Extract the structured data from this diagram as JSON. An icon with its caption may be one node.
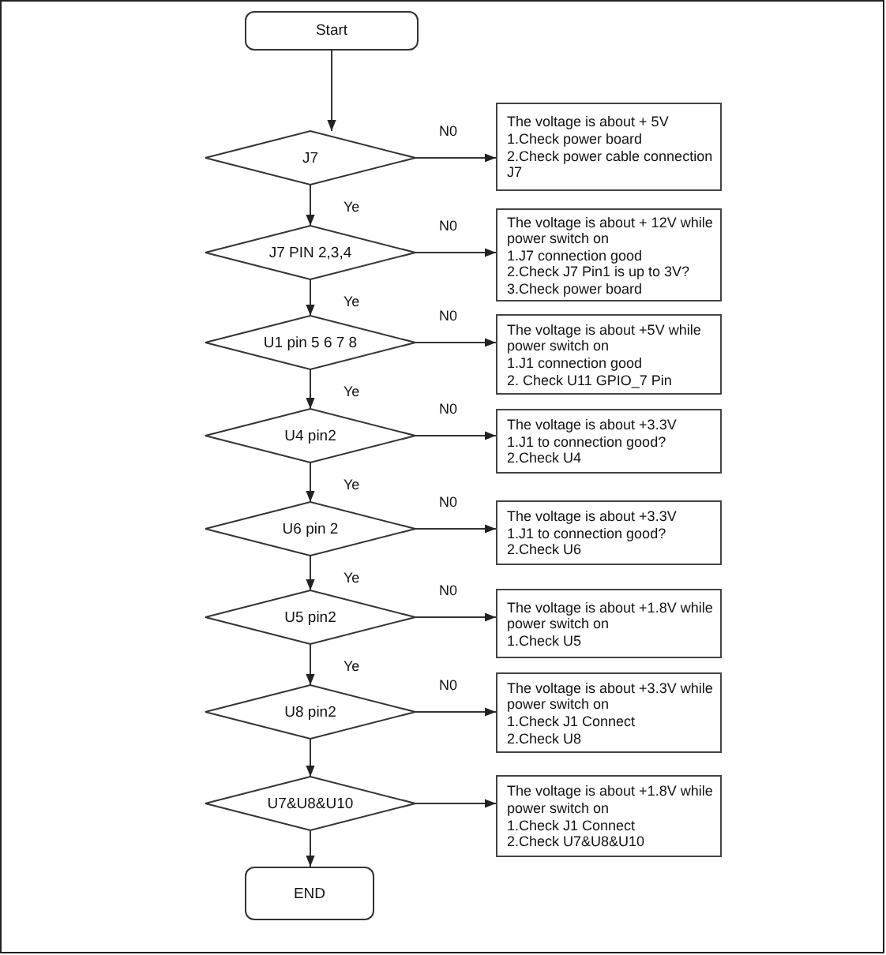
{
  "diagram": {
    "nodes": [
      {
        "text": [
          "Start"
        ]
      },
      {
        "text": [
          "J7"
        ]
      },
      {
        "text": [
          "The voltage is about + 5V",
          "1.Check power board",
          "2.Check power cable connection J7"
        ]
      },
      {
        "text": [
          "J7 PIN 2,3,4"
        ]
      },
      {
        "text": [
          "The voltage is about + 12V while power switch on",
          "1.J7 connection good",
          "2.Check J7 Pin1 is up to 3V?",
          "3.Check power board"
        ]
      },
      {
        "text": [
          "U1 pin 5 6 7 8"
        ]
      },
      {
        "text": [
          "The voltage is about +5V while power switch on",
          "1.J1 connection good",
          "2. Check U11 GPIO_7 Pin"
        ]
      },
      {
        "text": [
          "U4 pin2"
        ]
      },
      {
        "text": [
          "The voltage is about +3.3V",
          "1.J1 to connection good?",
          "2.Check U4"
        ]
      },
      {
        "text": [
          "U6 pin 2"
        ]
      },
      {
        "text": [
          "The voltage is about +3.3V",
          "1.J1 to connection good?",
          "2.Check U6"
        ]
      },
      {
        "text": [
          "U5 pin2"
        ]
      },
      {
        "text": [
          "The voltage is about +1.8V while power switch on",
          "1.Check U5"
        ]
      },
      {
        "text": [
          "U8 pin2"
        ]
      },
      {
        "text": [
          "The voltage is about +3.3V while power switch on",
          "1.Check J1 Connect",
          "2.Check U8"
        ]
      },
      {
        "text": [
          "U7&U8&U10"
        ]
      },
      {
        "text": [
          "The voltage is about +1.8V while power switch on",
          "1.Check J1 Connect",
          "2.Check U7&U8&U10"
        ]
      },
      {
        "text": [
          "END"
        ]
      }
    ],
    "edges": [
      {
        "from": 0,
        "to": 1,
        "arrow": "to"
      },
      {
        "from": 1,
        "to": 2,
        "arrow": "to",
        "label": "N0"
      },
      {
        "from": 1,
        "to": 3,
        "arrow": "to",
        "label": "Ye"
      },
      {
        "from": 3,
        "to": 4,
        "arrow": "to",
        "label": "N0"
      },
      {
        "from": 3,
        "to": 5,
        "arrow": "to",
        "label": "Ye"
      },
      {
        "from": 5,
        "to": 6,
        "arrow": "to",
        "label": "N0"
      },
      {
        "from": 5,
        "to": 7,
        "arrow": "to",
        "label": "Ye"
      },
      {
        "from": 7,
        "to": 8,
        "arrow": "to",
        "label": "N0"
      },
      {
        "from": 7,
        "to": 9,
        "arrow": "to",
        "label": "Ye"
      },
      {
        "from": 9,
        "to": 10,
        "arrow": "to",
        "label": "N0"
      },
      {
        "from": 9,
        "to": 11,
        "arrow": "to",
        "label": "Ye"
      },
      {
        "from": 11,
        "to": 12,
        "arrow": "to",
        "label": "N0"
      },
      {
        "from": 11,
        "to": 13,
        "arrow": "to",
        "label": "Ye"
      },
      {
        "from": 13,
        "to": 14,
        "arrow": "to",
        "label": "N0"
      },
      {
        "from": 13,
        "to": 15,
        "arrow": "to"
      },
      {
        "from": 15,
        "to": 16,
        "arrow": "to"
      },
      {
        "from": 15,
        "to": 17,
        "arrow": "to"
      }
    ]
  }
}
